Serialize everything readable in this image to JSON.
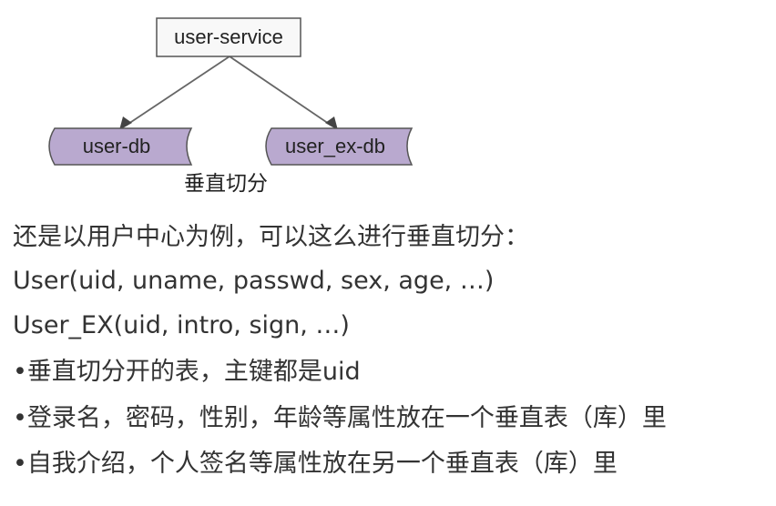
{
  "diagram": {
    "root": {
      "label": "user-service"
    },
    "children": [
      {
        "label": "user-db"
      },
      {
        "label": "user_ex-db"
      }
    ],
    "caption": "垂直切分",
    "colors": {
      "root_fill": "#f8f8f8",
      "root_stroke": "#555555",
      "db_fill": "#b9a9cf",
      "db_stroke": "#555555",
      "edge": "#666666"
    }
  },
  "body": {
    "lines": [
      "还是以用户中心为例，可以这么进行垂直切分：",
      "User(uid, uname, passwd, sex, age, …)",
      "User_EX(uid, intro, sign, …)",
      "•垂直切分开的表，主键都是uid",
      "•登录名，密码，性别，年龄等属性放在一个垂直表（库）里",
      "•自我介绍，个人签名等属性放在另一个垂直表（库）里"
    ]
  }
}
